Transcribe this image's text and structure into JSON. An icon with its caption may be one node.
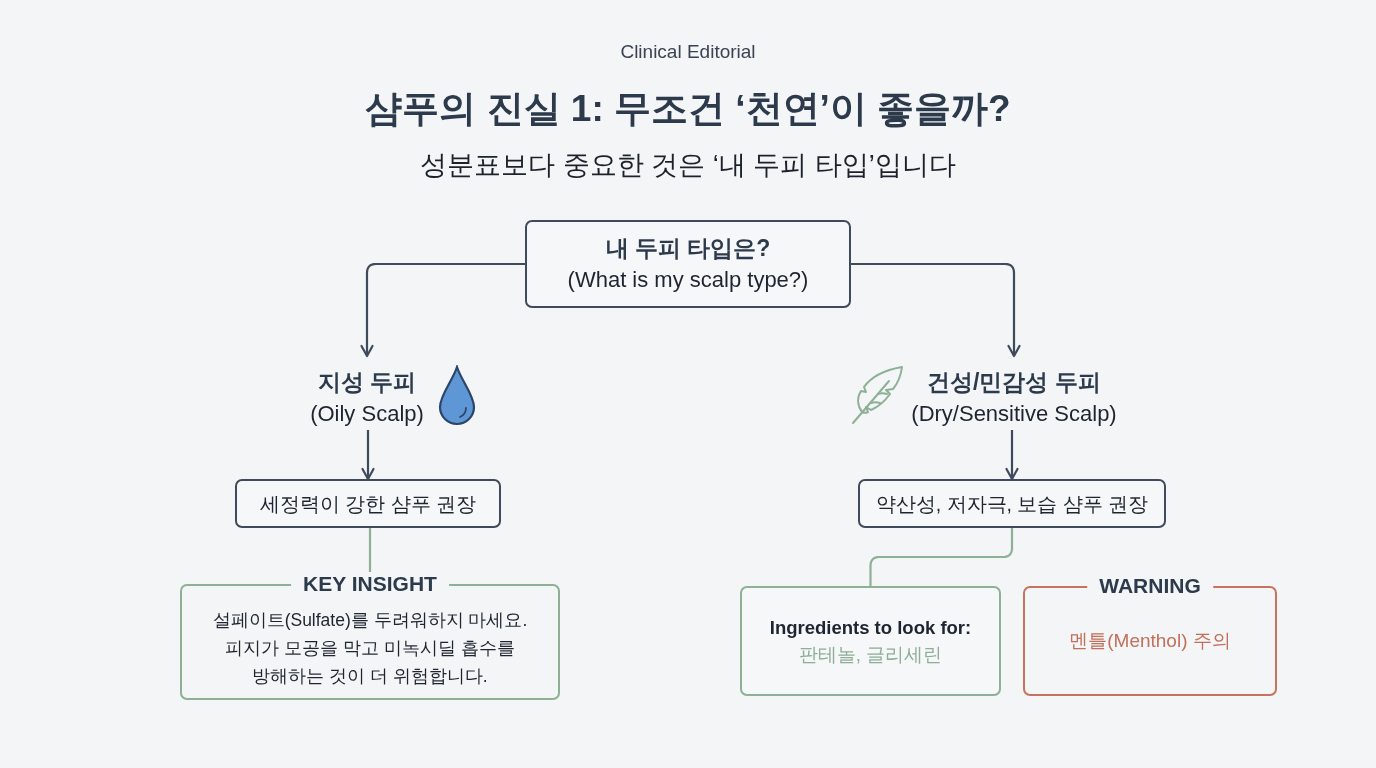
{
  "diagram": {
    "title": "샴푸의 진실 1: 무조건 ‘천연’이 좋을까?",
    "nodes": [
      {
        "text": [
          "내 두피 타입은?",
          "(What is my scalp type?)"
        ]
      },
      {
        "text": [
          "지성 두피",
          "(Oily Scalp)"
        ]
      },
      {
        "text": [
          "건성/민감성 두피",
          "(Dry/Sensitive Scalp)"
        ]
      },
      {
        "text": [
          "세정력이 강한 샴푸 권장"
        ]
      },
      {
        "text": [
          "약산성, 저자극, 보습 샴푸 권장"
        ]
      },
      {
        "text": [
          "KEY INSIGHT",
          "설페이트(Sulfate)를 두려워하지 마세요. 피지가 모공을 막고 미녹시딜 흡수를 방해하는 것이 더 위험합니다."
        ]
      },
      {
        "text": [
          "Ingredients to look for:",
          "판테놀, 글리세린"
        ]
      },
      {
        "text": [
          "WARNING",
          "멘틀(Menthol) 주의"
        ]
      }
    ],
    "edges": [
      {
        "from": 0,
        "to": 1,
        "arrow": "to"
      },
      {
        "from": 0,
        "to": 2,
        "arrow": "to"
      },
      {
        "from": 1,
        "to": 3,
        "arrow": "to"
      },
      {
        "from": 2,
        "to": 4,
        "arrow": "to"
      },
      {
        "from": 3,
        "to": 5,
        "arrow": "none",
        "color": "#8db096"
      },
      {
        "from": 4,
        "to": 6,
        "arrow": "none",
        "color": "#8db096"
      }
    ],
    "labels": [
      "Clinical Editorial",
      "성분표보다 중요한 것은 ‘내 두피 타입’입니다"
    ]
  }
}
